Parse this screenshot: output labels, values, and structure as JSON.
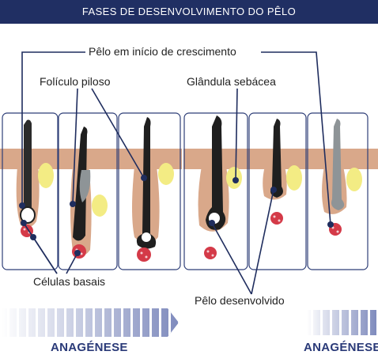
{
  "title": "FASES DE DESENVOLVIMENTO DO PÊLO",
  "labels": {
    "early_growth_hair": "Pêlo em início de crescimento",
    "hair_follicle": "Folículo piloso",
    "sebaceous_gland": "Glândula sebácea",
    "basal_cells": "Células basais",
    "developed_hair": "Pêlo desenvolvido"
  },
  "phases": {
    "left": "ANAGÉNESE",
    "right": "ANAGÉNESE"
  },
  "colors": {
    "title_bar": "#202f63",
    "skin": "#d9a88a",
    "gland": "#f3ec84",
    "hair_dark": "#1f1f1f",
    "hair_grey": "#8e9497",
    "papilla": "#d43a48",
    "pointer": "#1f2d5e",
    "panel_border": "#2f3f78",
    "phase_text": "#2a3a78"
  },
  "icons": [
    "hair-follicle-stage",
    "sebaceous-gland",
    "dermal-papilla",
    "progress-arrow"
  ]
}
